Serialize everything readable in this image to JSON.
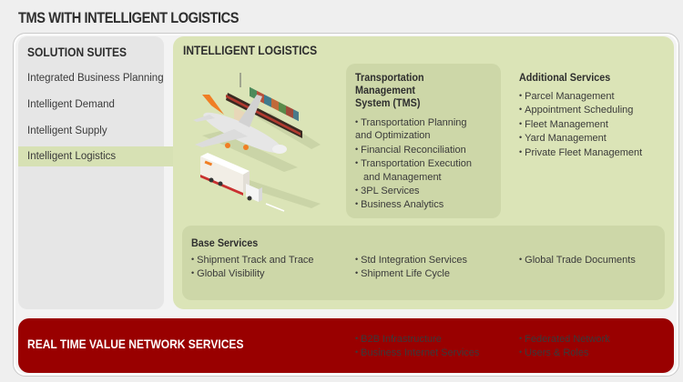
{
  "page": {
    "title": "TMS WITH INTELLIGENT LOGISTICS"
  },
  "sidebar": {
    "title": "SOLUTION SUITES",
    "items": [
      {
        "label": "Integrated Business Planning",
        "active": false
      },
      {
        "label": "Intelligent Demand",
        "active": false
      },
      {
        "label": "Intelligent Supply",
        "active": false
      },
      {
        "label": "Intelligent Logistics",
        "active": true
      }
    ]
  },
  "main": {
    "title": "INTELLIGENT LOGISTICS",
    "illustration": {
      "icons": [
        "cargo-ship-icon",
        "airplane-icon",
        "truck-icon"
      ]
    },
    "tms": {
      "title_line1": "Transportation Management",
      "title_line2": "System (TMS)",
      "items": [
        "Transportation  Planning",
        "and Optimization",
        "Financial Reconciliation",
        "Transportation Execution",
        "and Management",
        "3PL Services",
        "Business Analytics"
      ]
    },
    "additional_services": {
      "title": "Additional Services",
      "items": [
        "Parcel Management",
        "Appointment  Scheduling",
        "Fleet Management",
        "Yard Management",
        "Private Fleet Management"
      ]
    },
    "base_services": {
      "title": "Base Services",
      "columns": [
        [
          "Shipment Track and Trace",
          "Global Visibility"
        ],
        [
          "Std Integration Services",
          "Shipment Life Cycle"
        ],
        [
          "Global Trade Documents"
        ]
      ]
    }
  },
  "network": {
    "title": "REAL TIME VALUE NETWORK SERVICES",
    "columns": [
      [
        "B2B Infrastructure",
        "Business Internet Services"
      ],
      [
        "Federated Network",
        "Users & Roles"
      ]
    ]
  },
  "colors": {
    "background": "#efefef",
    "sidebar": "#e6e6e6",
    "active_item": "#d7e1b4",
    "main_panel": "#dbe4b7",
    "card": "#cdd7a8",
    "network_band": "#990000",
    "text": "#2e2e2e"
  }
}
